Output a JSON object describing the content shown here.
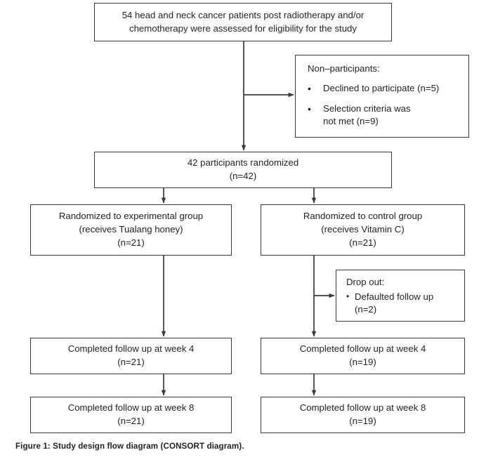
{
  "figure": {
    "caption": "Figure 1: Study design flow diagram (CONSORT diagram).",
    "line_color": "#3a3a3c",
    "text_color": "#231f20",
    "background": "#ffffff"
  },
  "nodes": {
    "eligibility": {
      "name": "eligibility-assessment",
      "lines": [
        "54 head and neck cancer patients post radiotherapy and/or",
        "chemotherapy were assessed for eligibility for the study"
      ]
    },
    "nonparticipants": {
      "name": "non-participants",
      "heading": "Non–participants:",
      "bullets": [
        {
          "lines": [
            "Declined to participate (n=5)"
          ]
        },
        {
          "lines": [
            "Selection criteria was",
            "not met (n=9)"
          ]
        }
      ]
    },
    "randomized": {
      "name": "participants-randomized",
      "lines": [
        "42 participants randomized",
        "(n=42)"
      ]
    },
    "experimental": {
      "name": "experimental-group-allocation",
      "lines": [
        "Randomized to experimental group",
        "(receives Tualang honey)",
        "(n=21)"
      ]
    },
    "control": {
      "name": "control-group-allocation",
      "lines": [
        "Randomized to control group",
        "(receives Vitamin C)",
        "(n=21)"
      ]
    },
    "dropout": {
      "name": "control-group-dropout",
      "heading": "Drop out:",
      "bullets": [
        {
          "lines": [
            "Defaulted follow up",
            "(n=2)"
          ]
        }
      ]
    },
    "week4_experimental": {
      "name": "experimental-week-4-followup",
      "lines": [
        "Completed follow up at week 4",
        "(n=21)"
      ]
    },
    "week4_control": {
      "name": "control-week-4-followup",
      "lines": [
        "Completed follow up at week 4",
        "(n=19)"
      ]
    },
    "week8_experimental": {
      "name": "experimental-week-8-followup",
      "lines": [
        "Completed follow up at week 8",
        "(n=21)"
      ]
    },
    "week8_control": {
      "name": "control-week-8-followup",
      "lines": [
        "Completed follow up at week 8",
        "(n=19)"
      ]
    }
  }
}
